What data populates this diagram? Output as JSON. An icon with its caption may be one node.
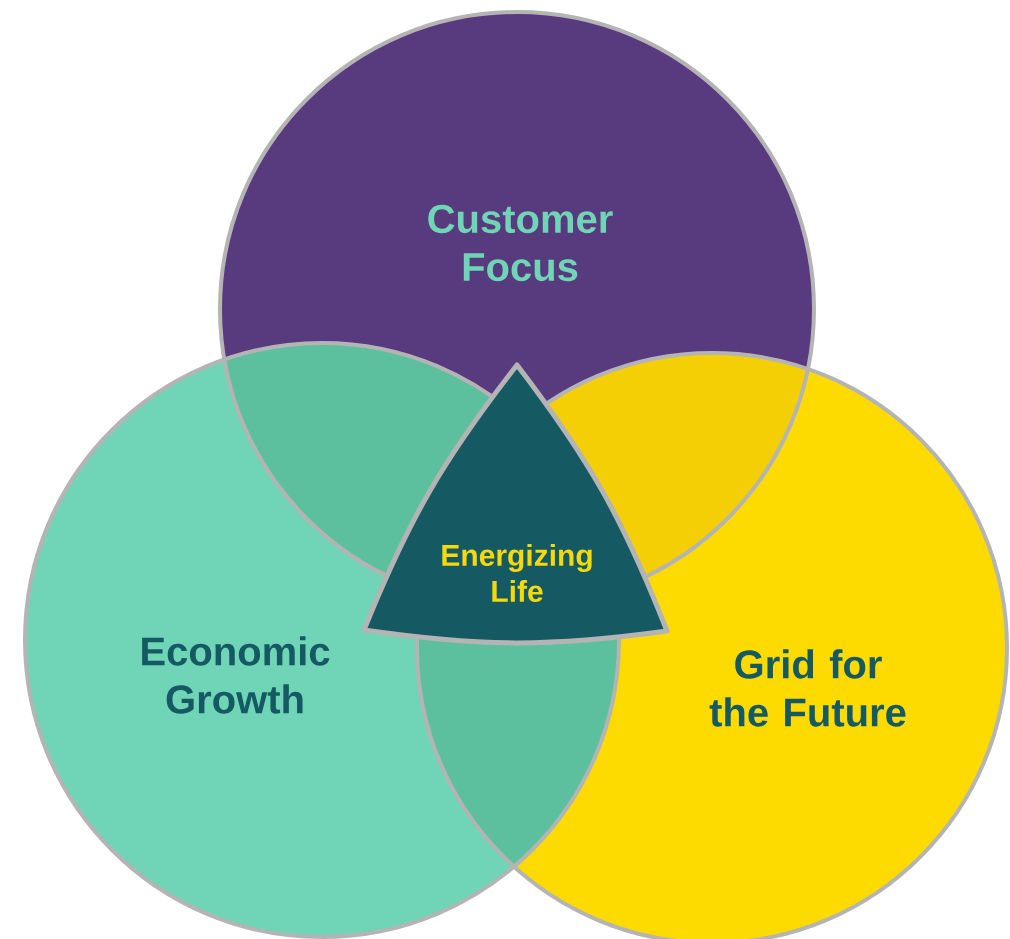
{
  "diagram": {
    "nodes": [
      {
        "text": [
          "Customer Focus"
        ]
      },
      {
        "text": [
          "Economic Growth"
        ]
      },
      {
        "text": [
          "Grid for the Future"
        ]
      },
      {
        "text": [
          "Energizing Life"
        ]
      }
    ]
  }
}
